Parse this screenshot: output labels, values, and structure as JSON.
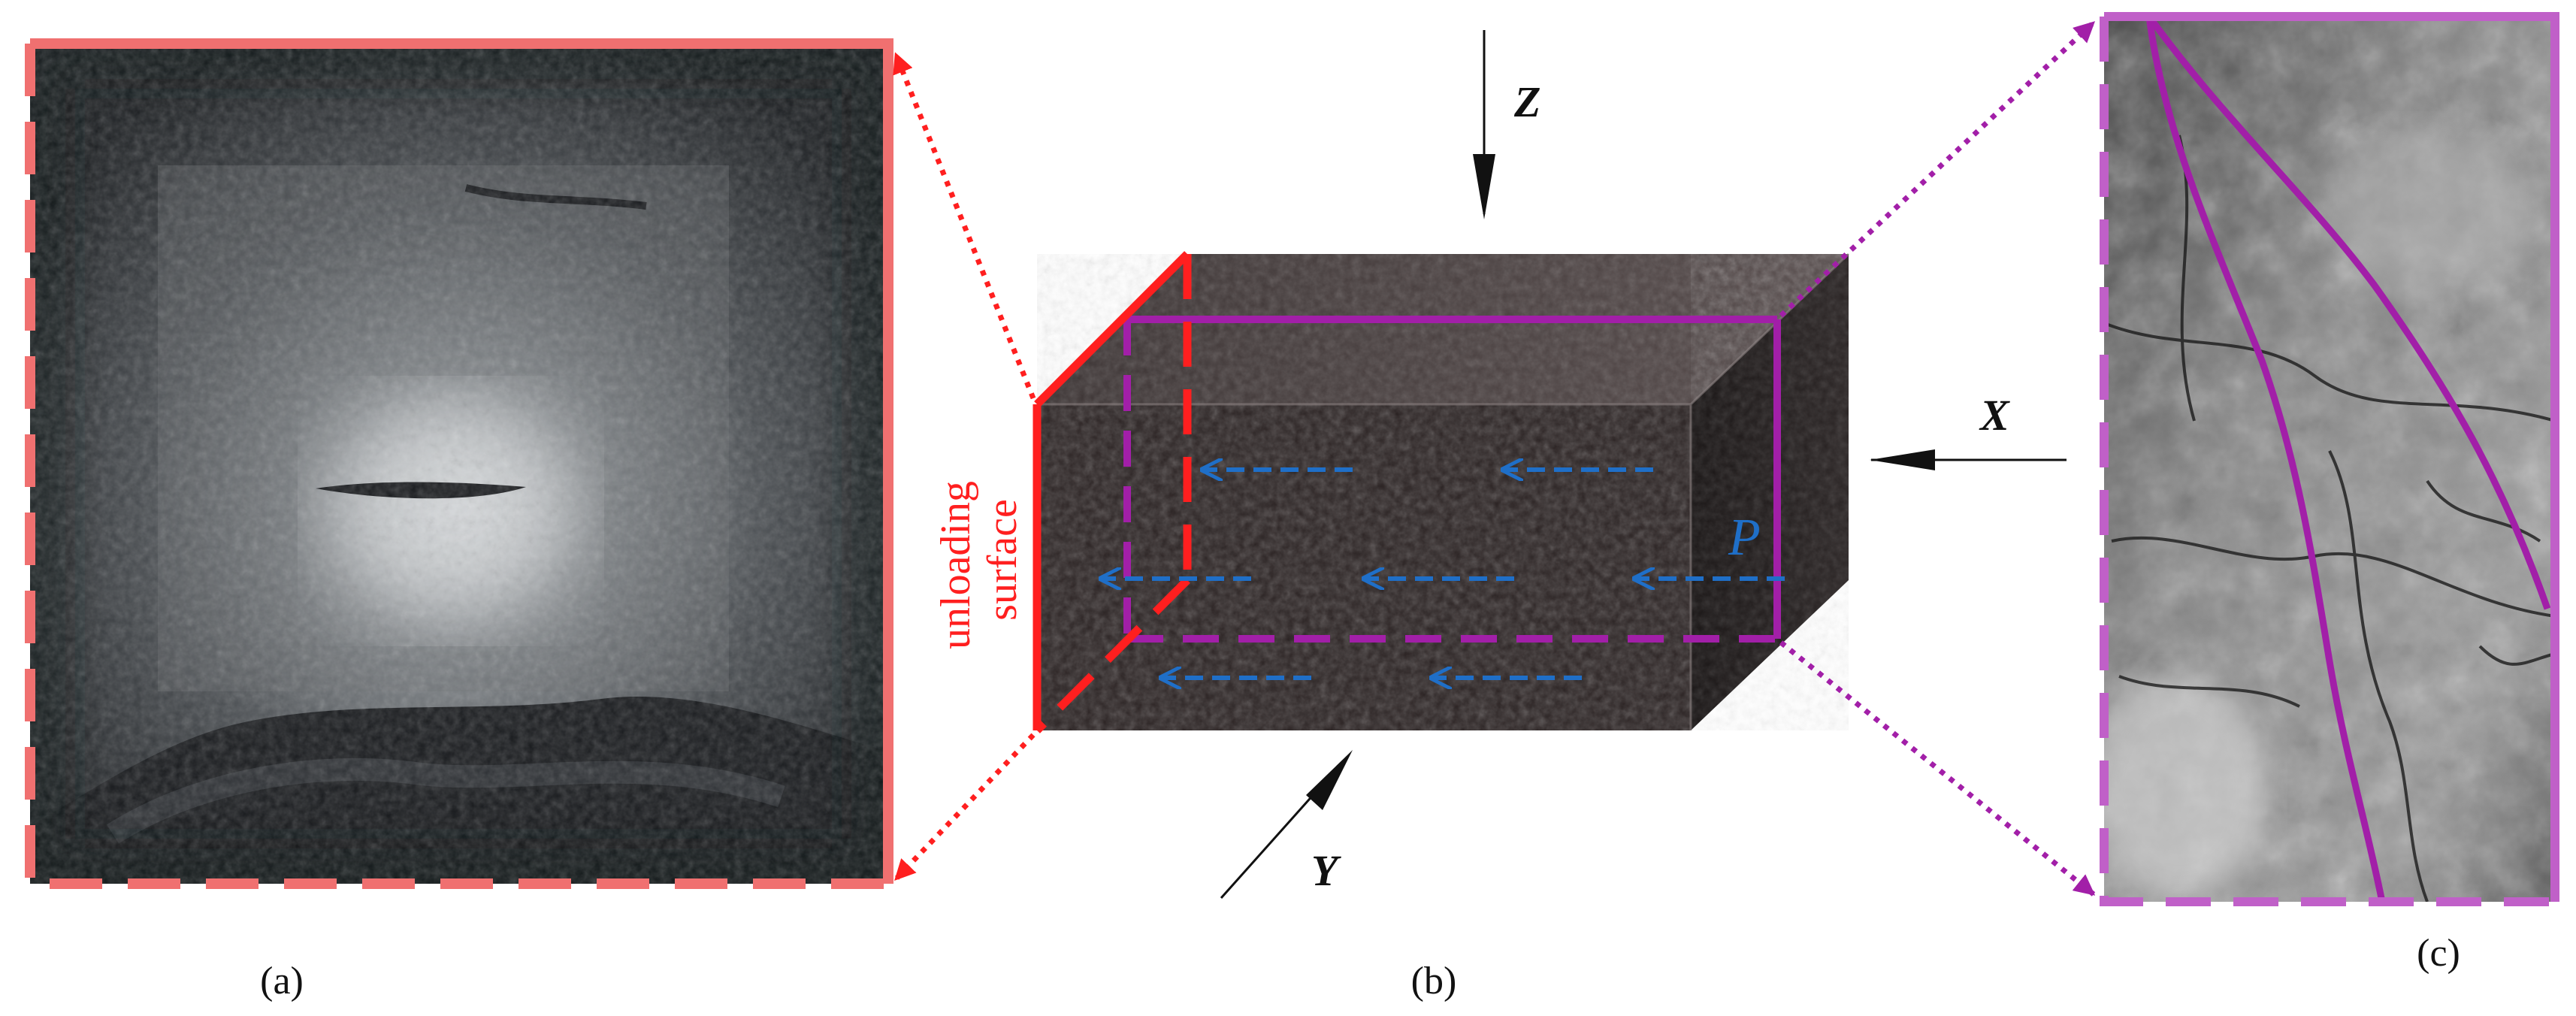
{
  "panels": {
    "a": {
      "label": "(a)"
    },
    "b": {
      "label": "(b)"
    },
    "c": {
      "label": "(c)"
    }
  },
  "axes": {
    "x": "X",
    "y": "Y",
    "z": "Z"
  },
  "annotations": {
    "unloading_surface_line1": "unloading",
    "unloading_surface_line2": "surface",
    "p_label": "P"
  },
  "colors": {
    "unloading_red": "#ff1f1f",
    "frame_red": "#f07070",
    "magenta": "#a21fa8",
    "frame_magenta": "#c060c8",
    "flow_blue": "#1f6fc8",
    "rock_dark": "#2a2424",
    "axis_black": "#111111"
  },
  "icons": [
    "arrow-z-icon",
    "arrow-x-icon",
    "arrow-y-icon",
    "flow-arrow-icon",
    "fracture-line-icon"
  ]
}
